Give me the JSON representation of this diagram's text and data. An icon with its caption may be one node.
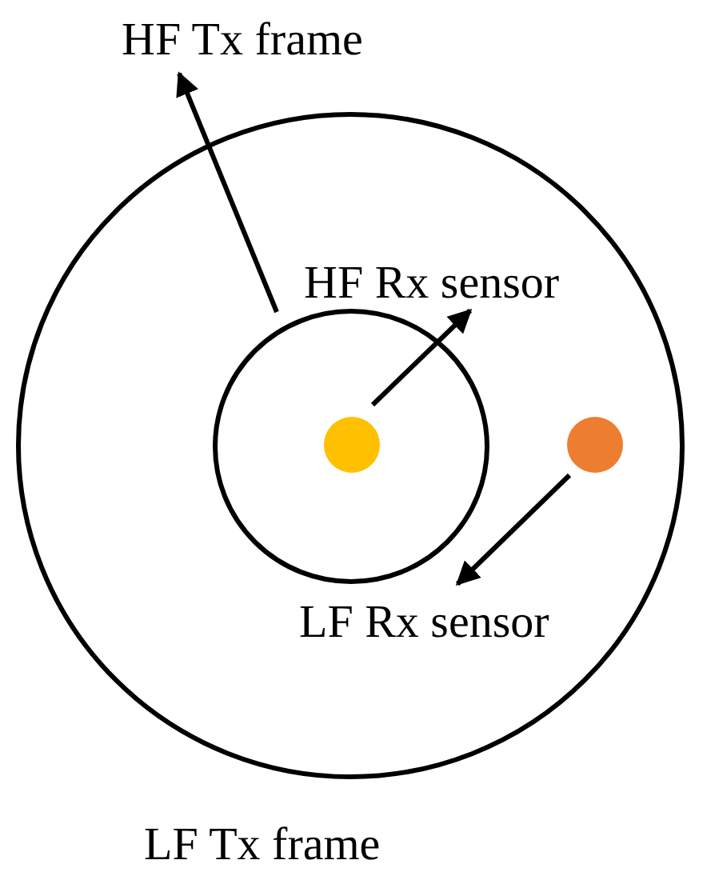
{
  "diagram": {
    "nodes": [
      {
        "text": [
          "HF Tx frame"
        ]
      },
      {
        "text": [
          "LF Tx frame"
        ]
      },
      {
        "text": [],
        "shape": "circle",
        "in": 1
      },
      {
        "text": [
          "HF Rx sensor"
        ],
        "in": 1
      },
      {
        "text": [],
        "shape": "circle",
        "in": 2
      },
      {
        "text": [],
        "shape": "circle",
        "in": 1
      },
      {
        "text": [
          "LF Rx sensor"
        ],
        "in": 1
      }
    ],
    "edges": [
      {
        "from": 2,
        "to": 0,
        "arrow": "to"
      },
      {
        "from": 4,
        "to": 3,
        "arrow": "to"
      },
      {
        "from": 5,
        "to": 6,
        "arrow": "to"
      }
    ]
  }
}
